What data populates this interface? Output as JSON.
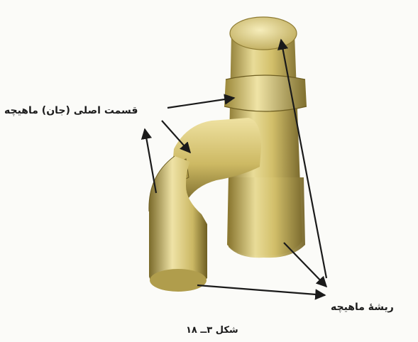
{
  "labels": {
    "main_part": "قسمت اصلی (جان) ماهیچه",
    "core_print": "ریشهٔ ماهیچه"
  },
  "caption": "شکل ۳ــ ۱۸",
  "colors": {
    "core_light": "#f2e7a8",
    "core_mid": "#c8b35c",
    "core_dark": "#6e5e22",
    "arrow": "#1a1a1a"
  }
}
